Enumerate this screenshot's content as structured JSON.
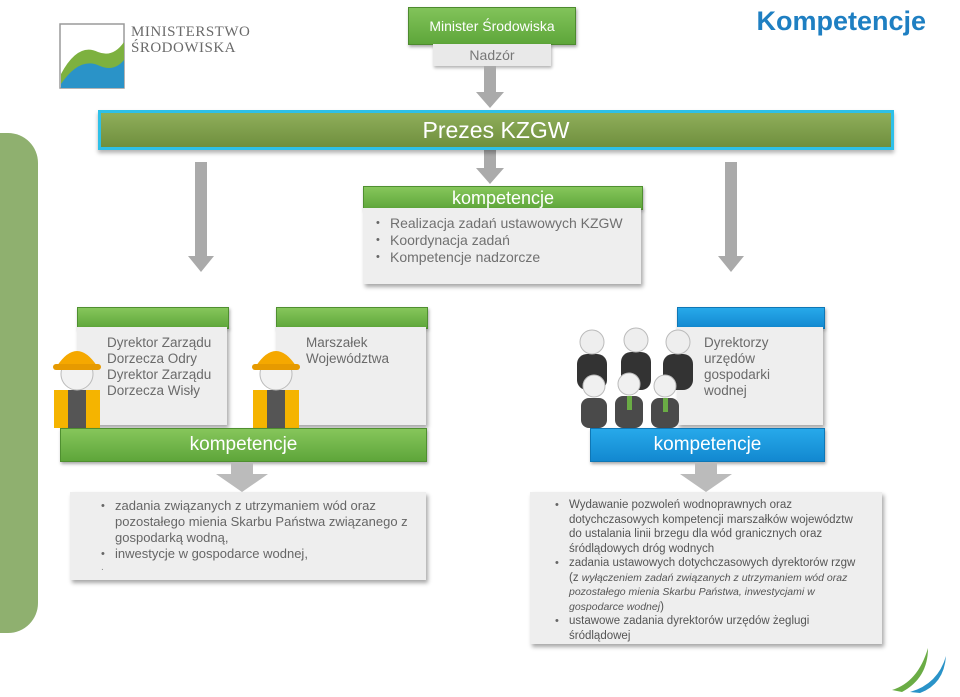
{
  "logo": {
    "line1": "MINISTERSTWO",
    "line2": "ŚRODOWISKA"
  },
  "page_title": "Kompetencje",
  "minister": "Minister Środowiska",
  "nadzor": "Nadzór",
  "prezes": "Prezes KZGW",
  "center": {
    "title": "kompetencje",
    "items": [
      "Realizacja zadań ustawowych KZGW",
      "Koordynacja zadań",
      "Kompetencje nadzorcze"
    ]
  },
  "roles": {
    "dyrektor": "Dyrektor Zarządu Dorzecza Odry Dyrektor Zarządu Dorzecza Wisły",
    "marszalek": "Marszałek Województwa",
    "dyrektorzy": "Dyrektorzy urzędów gospodarki wodnej"
  },
  "left": {
    "title": "kompetencje",
    "items": [
      "zadania związanych z utrzymaniem wód oraz pozostałego mienia Skarbu Państwa związanego z gospodarką wodną,",
      "inwestycje w gospodarce wodnej,"
    ],
    "trailing": "."
  },
  "right": {
    "title": "kompetencje",
    "item1": "Wydawanie pozwoleń wodnoprawnych oraz dotychczasowych kompetencji marszałków województw do ustalania linii brzegu dla wód granicznych oraz śródlądowych dróg wodnych",
    "item2": "zadania ustawowych dotychczasowych dyrektorów rzgw",
    "item2_note_open": "(z",
    "item2_note": "wyłączeniem zadań związanych z utrzymaniem wód oraz pozostałego mienia Skarbu Państwa, inwestycjami w gospodarce wodnej",
    "item2_note_close": ")",
    "item3": "ustawowe zadania dyrektorów urzędów żeglugi śródlądowej"
  },
  "colors": {
    "green": "#6aac45",
    "blue": "#1a96dc",
    "title_blue": "#1e7fc2",
    "cyan_border": "#2ec0e8"
  }
}
